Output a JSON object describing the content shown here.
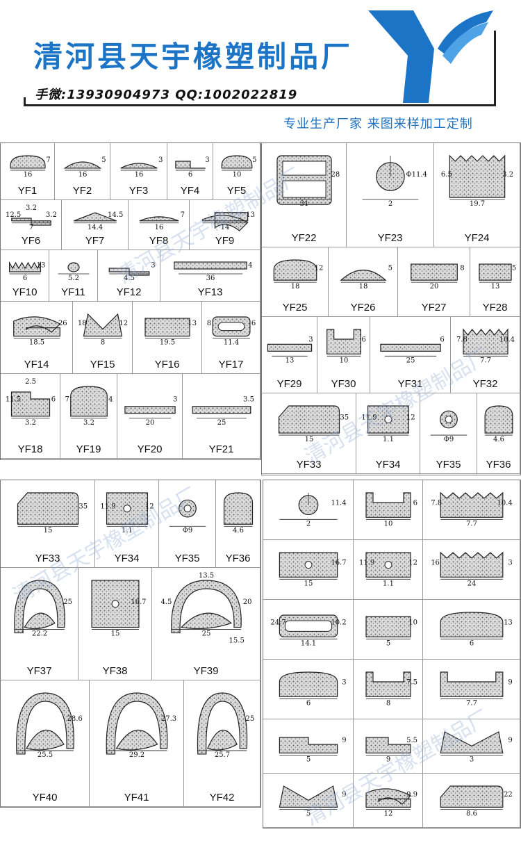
{
  "header": {
    "company": "清河县天宇橡塑制品厂",
    "contact": "手微:13930904973   QQ:1002022819",
    "slogan": "专业生产厂家  来图来样加工定制"
  },
  "colors": {
    "brand": "#1b74c6",
    "foam": "#cfcfcf",
    "line": "#222222"
  },
  "watermark": "清河县天宇橡塑制品厂",
  "catalog": {
    "YF1": {
      "label": "YF1",
      "dims": [
        "16",
        "7"
      ]
    },
    "YF2": {
      "label": "YF2",
      "dims": [
        "16",
        "5"
      ]
    },
    "YF3": {
      "label": "YF3",
      "dims": [
        "16",
        "3"
      ]
    },
    "YF4": {
      "label": "YF4",
      "dims": [
        "6",
        "3"
      ]
    },
    "YF5": {
      "label": "YF5",
      "dims": [
        "10",
        "5"
      ]
    },
    "YF6": {
      "label": "YF6",
      "dims": [
        "7",
        "3.2",
        "12.5",
        "3.2"
      ]
    },
    "YF7": {
      "label": "YF7",
      "dims": [
        "14.4",
        "14.5"
      ]
    },
    "YF8": {
      "label": "YF8",
      "dims": [
        "16",
        "7"
      ]
    },
    "YF9": {
      "label": "YF9",
      "dims": [
        "14",
        "13"
      ]
    },
    "YF10": {
      "label": "YF10",
      "dims": [
        "6",
        "13"
      ]
    },
    "YF11": {
      "label": "YF11",
      "dims": [
        "5.2"
      ]
    },
    "YF12": {
      "label": "YF12",
      "dims": [
        "4.5",
        "3"
      ]
    },
    "YF13": {
      "label": "YF13",
      "dims": [
        "36",
        "4"
      ]
    },
    "YF14": {
      "label": "YF14",
      "dims": [
        "18.5",
        "26"
      ]
    },
    "YF15": {
      "label": "YF15",
      "dims": [
        "8",
        "12",
        "18"
      ]
    },
    "YF16": {
      "label": "YF16",
      "dims": [
        "19.5",
        "13"
      ]
    },
    "YF17": {
      "label": "YF17",
      "dims": [
        "11.4",
        "6",
        "8"
      ]
    },
    "YF18": {
      "label": "YF18",
      "dims": [
        "3.2",
        "6",
        "11.5",
        "2.5"
      ]
    },
    "YF19": {
      "label": "YF19",
      "dims": [
        "3.2",
        "4",
        "7"
      ]
    },
    "YF20": {
      "label": "YF20",
      "dims": [
        "20",
        "3"
      ]
    },
    "YF21": {
      "label": "YF21",
      "dims": [
        "25",
        "3.5"
      ]
    },
    "YF22": {
      "label": "YF22",
      "dims": [
        "31",
        "28"
      ]
    },
    "YF23": {
      "label": "YF23",
      "dims": [
        "2",
        "Φ11.4"
      ]
    },
    "YF24": {
      "label": "YF24",
      "dims": [
        "19.7",
        "3.2",
        "6.5"
      ]
    },
    "YF25": {
      "label": "YF25",
      "dims": [
        "18",
        "12"
      ]
    },
    "YF26": {
      "label": "YF26",
      "dims": [
        "18",
        "5"
      ]
    },
    "YF27": {
      "label": "YF27",
      "dims": [
        "20",
        "8"
      ]
    },
    "YF28": {
      "label": "YF28",
      "dims": [
        "13",
        "5"
      ]
    },
    "YF29": {
      "label": "YF29",
      "dims": [
        "13",
        "3"
      ]
    },
    "YF30": {
      "label": "YF30",
      "dims": [
        "10",
        "6"
      ]
    },
    "YF31": {
      "label": "YF31",
      "dims": [
        "25",
        "6"
      ]
    },
    "YF32": {
      "label": "YF32",
      "dims": [
        "7.7",
        "10.4",
        "7.8"
      ]
    },
    "YF33": {
      "label": "YF33",
      "dims": [
        "15",
        "35"
      ]
    },
    "YF34": {
      "label": "YF34",
      "dims": [
        "1.1",
        "12",
        "11.9"
      ]
    },
    "YF35": {
      "label": "YF35",
      "dims": [
        "Φ9"
      ]
    },
    "YF36": {
      "label": "YF36",
      "dims": [
        "4.6"
      ]
    },
    "YF37": {
      "label": "YF37",
      "dims": [
        "22.2",
        "25"
      ]
    },
    "YF38": {
      "label": "YF38",
      "dims": [
        "15",
        "16.7"
      ]
    },
    "YF39": {
      "label": "YF39",
      "dims": [
        "25",
        "20",
        "4.5",
        "13.5",
        "15.5"
      ]
    },
    "YF40": {
      "label": "YF40",
      "dims": [
        "25.5",
        "28.6"
      ]
    },
    "YF41": {
      "label": "YF41",
      "dims": [
        "29.2",
        "27.3"
      ]
    },
    "YF42": {
      "label": "YF42",
      "dims": [
        "25.7",
        "25"
      ]
    }
  },
  "extra": {
    "e1": {
      "dims": [
        "2",
        "11.4"
      ]
    },
    "e2": {
      "dims": [
        "10",
        "6"
      ]
    },
    "e3": {
      "dims": [
        "7.7",
        "10.4",
        "7.8"
      ]
    },
    "e4": {
      "dims": [
        "15",
        "16.7"
      ]
    },
    "e5": {
      "dims": [
        "1.1",
        "12",
        "11.9"
      ]
    },
    "e6": {
      "dims": [
        "24",
        "3",
        "16"
      ]
    },
    "e7": {
      "dims": [
        "14.1",
        "10.2",
        "24.7"
      ]
    },
    "e8": {
      "dims": [
        "5",
        "10"
      ]
    },
    "e9": {
      "dims": [
        "6",
        "13"
      ]
    },
    "e10": {
      "dims": [
        "6",
        "3"
      ]
    },
    "e11": {
      "dims": [
        "8",
        "7.5"
      ]
    },
    "e12": {
      "dims": [
        "7.7",
        "9"
      ]
    },
    "e13": {
      "dims": [
        "5",
        "9"
      ]
    },
    "e14": {
      "dims": [
        "9",
        "5.5"
      ]
    },
    "e15": {
      "dims": [
        "3",
        "9"
      ]
    },
    "e16": {
      "dims": [
        "5",
        "9"
      ]
    },
    "e17": {
      "dims": [
        "12",
        "9.9"
      ]
    },
    "e18": {
      "dims": [
        "8.6",
        "22"
      ]
    }
  }
}
